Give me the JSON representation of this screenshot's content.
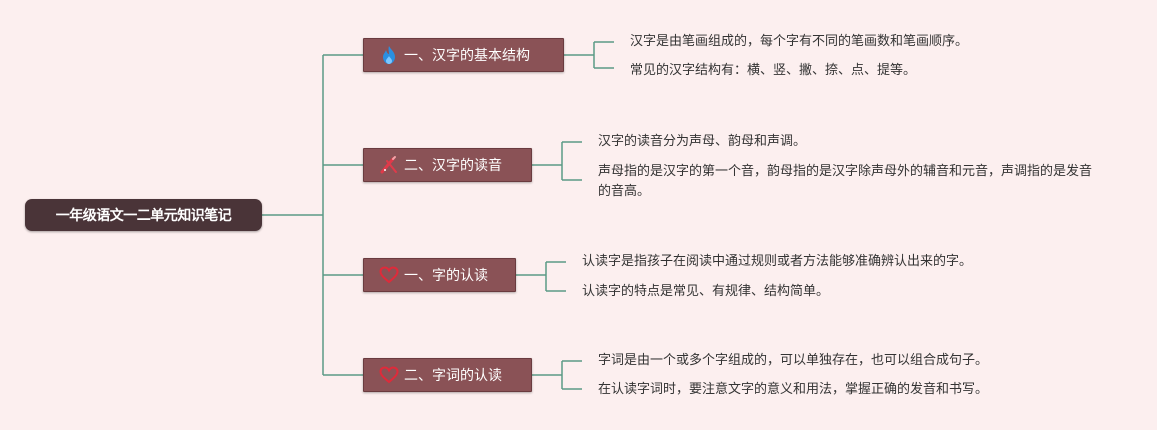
{
  "root": {
    "label": "一年级语文一二单元知识笔记"
  },
  "branches": [
    {
      "label": "一、汉字的基本结构",
      "icon": "flame-icon",
      "leaves": [
        "汉字是由笔画组成的，每个字有不同的笔画数和笔画顺序。",
        "常见的汉字结构有：横、竖、撇、捺、点、提等。"
      ]
    },
    {
      "label": "二、汉字的读音",
      "icon": "pen-ruler-icon",
      "leaves": [
        "汉字的读音分为声母、韵母和声调。",
        "声母指的是汉字的第一个音，韵母指的是汉字除声母外的辅音和元音，声调指的是发音的音高。"
      ]
    },
    {
      "label": "一、字的认读",
      "icon": "heart-icon",
      "leaves": [
        "认读字是指孩子在阅读中通过规则或者方法能够准确辨认出来的字。",
        "认读字的特点是常见、有规律、结构简单。"
      ]
    },
    {
      "label": "二、字词的认读",
      "icon": "heart-icon",
      "leaves": [
        "字词是由一个或多个字组成的，可以单独存在，也可以组合成句子。",
        "在认读字词时，要注意文字的意义和用法，掌握正确的发音和书写。"
      ]
    }
  ],
  "colors": {
    "connector": "#5b9a86",
    "branch_bg": "#8a5256",
    "root_bg": "#4a3438",
    "background": "#fcefef"
  }
}
